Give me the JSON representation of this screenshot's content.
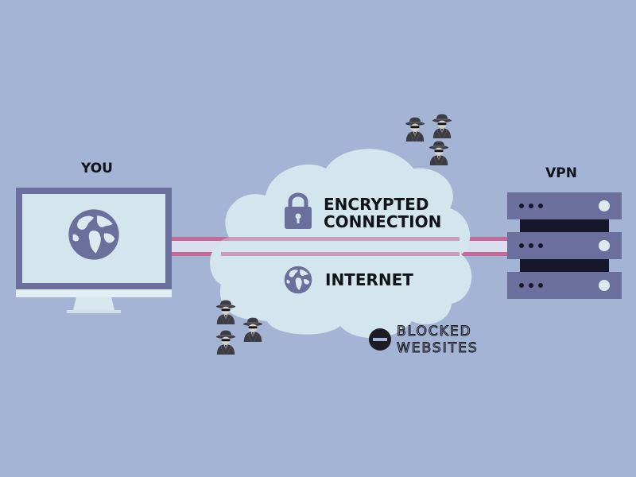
{
  "labels": {
    "you": "YOU",
    "vpn": "VPN",
    "encrypted_line1": "ENCRYPTED",
    "encrypted_line2": "CONNECTION",
    "internet": "INTERNET",
    "blocked_line1": "BLOCKED",
    "blocked_line2": "WEBSITES"
  },
  "icons": {
    "monitor": "monitor-icon",
    "globe": "globe-icon",
    "lock": "lock-icon",
    "server": "server-rack-icon",
    "spy": "spy-icon",
    "blocked": "minus-circle-icon"
  },
  "colors": {
    "background": "#a3b4d4",
    "monitor_frame": "#6b6f9c",
    "monitor_screen": "#d3e6ee",
    "monitor_bezel": "#e1eef3",
    "globe": "#6b6f9c",
    "cloud": "#d3e6ee",
    "tunnel": "#c56a96",
    "server": "#6b6f9c",
    "server_gap": "#16172a",
    "spy": "#3c3c44"
  }
}
